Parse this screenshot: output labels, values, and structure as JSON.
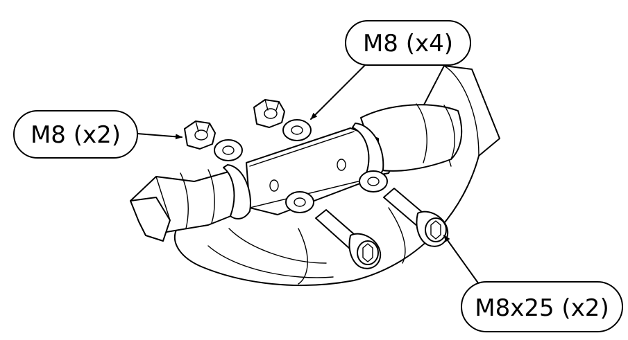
{
  "callouts": {
    "nut": "M8 (x2)",
    "washer": "M8 (x4)",
    "bolt": "M8x25 (x2)"
  }
}
